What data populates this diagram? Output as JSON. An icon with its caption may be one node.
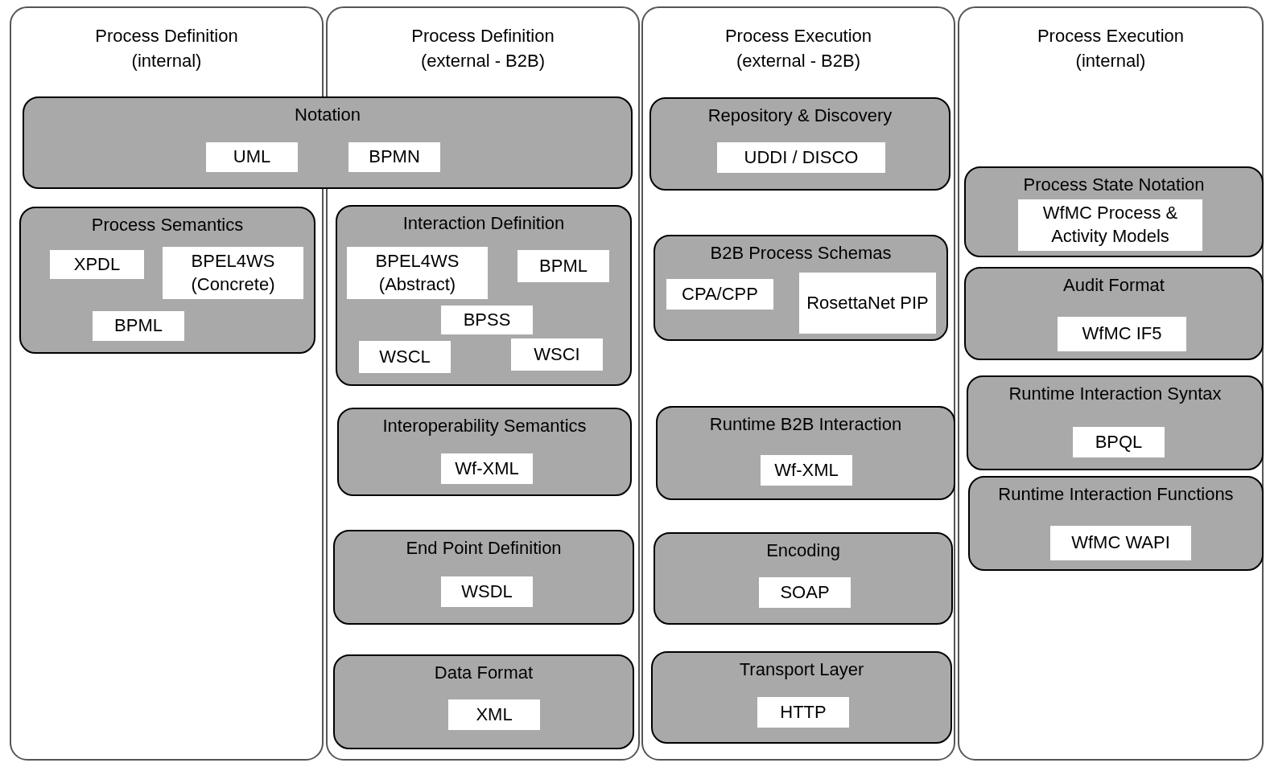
{
  "diagram": {
    "nodes": [
      {
        "text": [
          "Process Definition (internal)"
        ]
      },
      {
        "text": [
          "Process Definition (external - B2B)"
        ]
      },
      {
        "text": [
          "Process Execution (external - B2B)"
        ]
      },
      {
        "text": [
          "Process Execution (internal)"
        ]
      },
      {
        "text": [
          "Notation"
        ]
      },
      {
        "text": [
          "UML"
        ]
      },
      {
        "text": [
          "BPMN"
        ]
      },
      {
        "text": [
          "Process Semantics"
        ],
        "in": 0
      },
      {
        "text": [
          "XPDL"
        ],
        "in": 7
      },
      {
        "text": [
          "BPEL4WS (Concrete)"
        ],
        "in": 7
      },
      {
        "text": [
          "BPML"
        ],
        "in": 7
      },
      {
        "text": [
          "Interaction Definition"
        ],
        "in": 1
      },
      {
        "text": [
          "BPEL4WS (Abstract)"
        ],
        "in": 11
      },
      {
        "text": [
          "BPML"
        ],
        "in": 11
      },
      {
        "text": [
          "BPSS"
        ],
        "in": 11
      },
      {
        "text": [
          "WSCL"
        ],
        "in": 11
      },
      {
        "text": [
          "WSCI"
        ],
        "in": 11
      },
      {
        "text": [
          "Interoperability Semantics"
        ],
        "in": 1
      },
      {
        "text": [
          "Wf-XML"
        ],
        "in": 17
      },
      {
        "text": [
          "End Point Definition"
        ],
        "in": 1
      },
      {
        "text": [
          "WSDL"
        ],
        "in": 19
      },
      {
        "text": [
          "Data Format"
        ],
        "in": 1
      },
      {
        "text": [
          "XML"
        ],
        "in": 21
      },
      {
        "text": [
          "Repository & Discovery"
        ],
        "in": 2
      },
      {
        "text": [
          "UDDI / DISCO"
        ],
        "in": 23
      },
      {
        "text": [
          "B2B Process Schemas"
        ],
        "in": 2
      },
      {
        "text": [
          "CPA/CPP"
        ],
        "in": 25
      },
      {
        "text": [
          "RosettaNet PIP"
        ],
        "in": 25
      },
      {
        "text": [
          "Runtime B2B  Interaction"
        ],
        "in": 2
      },
      {
        "text": [
          "Wf-XML"
        ],
        "in": 28
      },
      {
        "text": [
          "Encoding"
        ],
        "in": 2
      },
      {
        "text": [
          "SOAP"
        ],
        "in": 30
      },
      {
        "text": [
          "Transport Layer"
        ],
        "in": 2
      },
      {
        "text": [
          "HTTP"
        ],
        "in": 32
      },
      {
        "text": [
          "Process State Notation"
        ],
        "in": 3
      },
      {
        "text": [
          "WfMC Process & Activity Models"
        ],
        "in": 34
      },
      {
        "text": [
          "Audit Format"
        ],
        "in": 3
      },
      {
        "text": [
          "WfMC IF5"
        ],
        "in": 36
      },
      {
        "text": [
          "Runtime Interaction Syntax"
        ],
        "in": 3
      },
      {
        "text": [
          "BPQL"
        ],
        "in": 38
      },
      {
        "text": [
          "Runtime Interaction Functions"
        ],
        "in": 3
      },
      {
        "text": [
          "WfMC WAPI"
        ],
        "in": 40
      }
    ]
  }
}
